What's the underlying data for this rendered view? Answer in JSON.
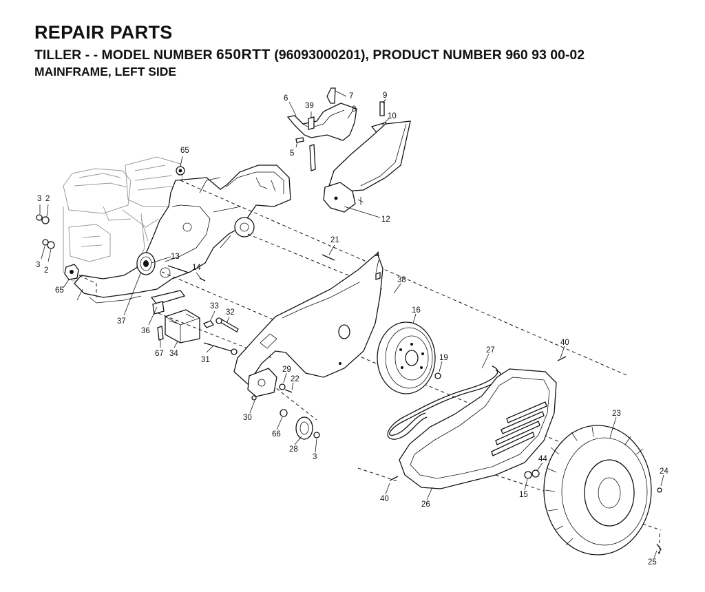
{
  "header": {
    "title": "REPAIR PARTS",
    "subtitle_prefix": "TILLER - - MODEL NUMBER ",
    "model_number": "650RTT",
    "subtitle_suffix": " (96093000201), PRODUCT NUMBER 960 93 00-02",
    "section": "MAINFRAME, LEFT SIDE"
  },
  "callouts": [
    {
      "id": "c1",
      "label": "65"
    },
    {
      "id": "c2",
      "label": "3"
    },
    {
      "id": "c3",
      "label": "2"
    },
    {
      "id": "c4",
      "label": "3"
    },
    {
      "id": "c5",
      "label": "2"
    },
    {
      "id": "c6",
      "label": "65"
    },
    {
      "id": "c7",
      "label": "13"
    },
    {
      "id": "c8",
      "label": "14"
    },
    {
      "id": "c9",
      "label": "37"
    },
    {
      "id": "c10",
      "label": "36"
    },
    {
      "id": "c11",
      "label": "67"
    },
    {
      "id": "c12",
      "label": "34"
    },
    {
      "id": "c13",
      "label": "33"
    },
    {
      "id": "c14",
      "label": "32"
    },
    {
      "id": "c15",
      "label": "31"
    },
    {
      "id": "c16",
      "label": "6"
    },
    {
      "id": "c17",
      "label": "39"
    },
    {
      "id": "c18",
      "label": "7"
    },
    {
      "id": "c19",
      "label": "8"
    },
    {
      "id": "c20",
      "label": "5"
    },
    {
      "id": "c21",
      "label": "9"
    },
    {
      "id": "c22",
      "label": "10"
    },
    {
      "id": "c23",
      "label": "12"
    },
    {
      "id": "c24",
      "label": "21"
    },
    {
      "id": "c25",
      "label": "4"
    },
    {
      "id": "c26",
      "label": "38"
    },
    {
      "id": "c27",
      "label": "16"
    },
    {
      "id": "c28",
      "label": "19"
    },
    {
      "id": "c29",
      "label": "27"
    },
    {
      "id": "c30",
      "label": "40"
    },
    {
      "id": "c31",
      "label": "29"
    },
    {
      "id": "c32",
      "label": "22"
    },
    {
      "id": "c33",
      "label": "30"
    },
    {
      "id": "c34",
      "label": "66"
    },
    {
      "id": "c35",
      "label": "28"
    },
    {
      "id": "c36",
      "label": "3"
    },
    {
      "id": "c37",
      "label": "23"
    },
    {
      "id": "c38",
      "label": "44"
    },
    {
      "id": "c39",
      "label": "24"
    },
    {
      "id": "c40",
      "label": "15"
    },
    {
      "id": "c41",
      "label": "40"
    },
    {
      "id": "c42",
      "label": "26"
    },
    {
      "id": "c43",
      "label": "25"
    }
  ]
}
